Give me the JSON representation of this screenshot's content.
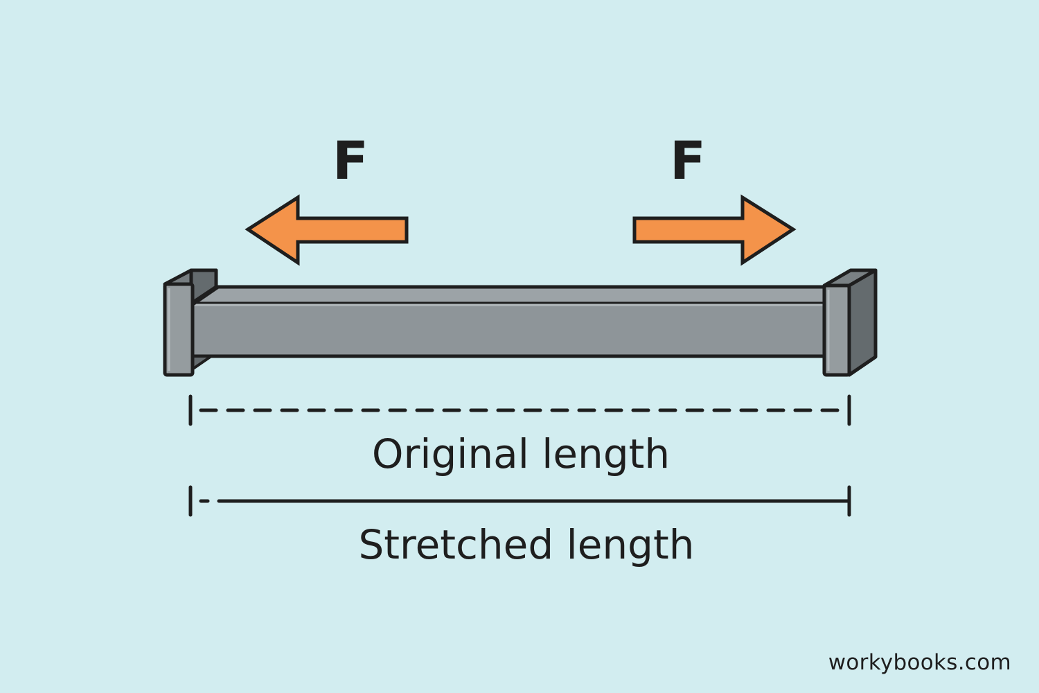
{
  "forces": {
    "left_label": "F",
    "right_label": "F",
    "arrow_color": "#f4934a"
  },
  "bar": {
    "face_color": "#8e9599",
    "top_color": "#9ca3a7",
    "end_front_color": "#959c9f",
    "end_side_color": "#646b6e",
    "outline_color": "#1e1e1e"
  },
  "dimensions": {
    "original_label": "Original length",
    "stretched_label": "Stretched length"
  },
  "watermark": "workybooks.com",
  "background_color": "#d2edf0"
}
